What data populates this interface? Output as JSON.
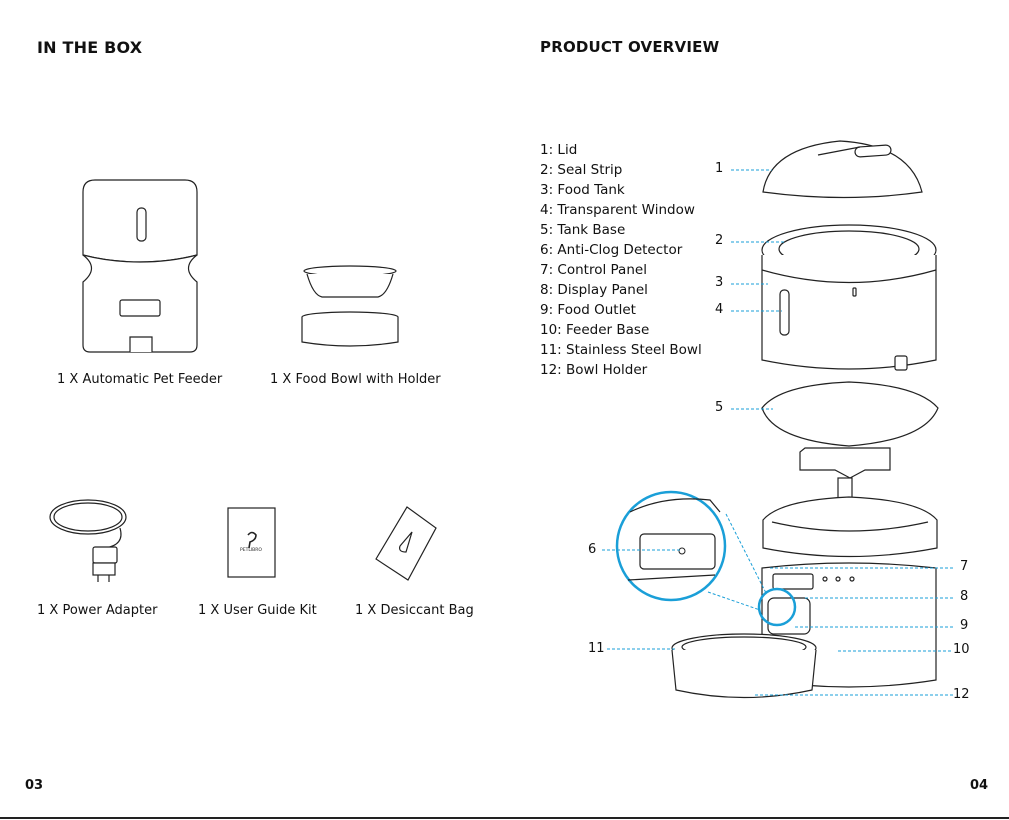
{
  "left": {
    "title": "IN THE BOX",
    "items": [
      {
        "caption": "1 X Automatic Pet Feeder",
        "icon": "pet-feeder-icon"
      },
      {
        "caption": "1 X Food Bowl with Holder",
        "icon": "food-bowl-icon"
      },
      {
        "caption": "1 X Power Adapter",
        "icon": "power-adapter-icon"
      },
      {
        "caption": "1 X User Guide Kit",
        "icon": "user-guide-icon"
      },
      {
        "caption": "1 X Desiccant Bag",
        "icon": "desiccant-bag-icon"
      }
    ],
    "guide_logo": "PETLIBRO",
    "page_number": "03"
  },
  "right": {
    "title": "PRODUCT OVERVIEW",
    "parts": [
      "1: Lid",
      "2: Seal Strip",
      "3: Food Tank",
      "4: Transparent Window",
      "5: Tank Base",
      "6: Anti-Clog Detector",
      "7: Control Panel",
      "8: Display Panel",
      "9: Food Outlet",
      "10: Feeder Base",
      "11: Stainless Steel Bowl",
      "12: Bowl Holder"
    ],
    "callouts": [
      "1",
      "2",
      "3",
      "4",
      "5",
      "6",
      "7",
      "8",
      "9",
      "10",
      "11",
      "12"
    ],
    "page_number": "04"
  },
  "colors": {
    "accent": "#1a9fd8",
    "line": "#222222"
  }
}
